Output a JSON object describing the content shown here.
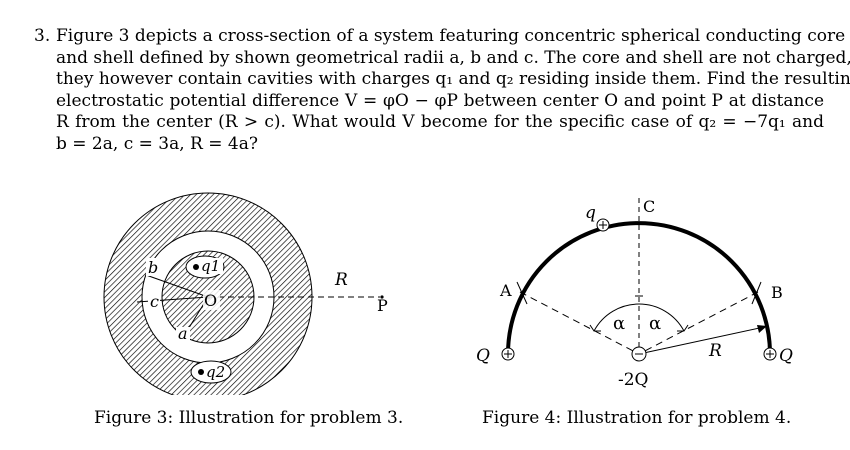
{
  "problem": {
    "number": "3.",
    "lines": [
      "Figure 3 depicts a cross-section of a system featuring concentric spherical conducting core",
      "and shell defined by shown geometrical radii a, b and c. The core and shell are not charged,",
      "they however contain cavities with charges q₁ and q₂ residing inside them. Find the resulting",
      "electrostatic potential difference V = φO − φP between center O and point P at distance",
      "R from the center (R > c). What would V become for the specific case of q₂ = −7q₁ and",
      "b = 2a, c = 3a, R = 4a?"
    ]
  },
  "figure3": {
    "labels": {
      "b": "b",
      "c": "c",
      "a": "a",
      "O": "O",
      "R": "R",
      "P": "P",
      "q1": "q1",
      "q2": "q2"
    },
    "caption": "Figure 3: Illustration for problem 3."
  },
  "figure4": {
    "labels": {
      "q": "q",
      "C": "C",
      "A": "A",
      "B": "B",
      "alpha_left": "α",
      "alpha_right": "α",
      "R": "R",
      "Q_left": "Q",
      "Q_right": "Q",
      "minus2Q": "-2Q"
    },
    "caption": "Figure 4: Illustration for problem 4."
  }
}
